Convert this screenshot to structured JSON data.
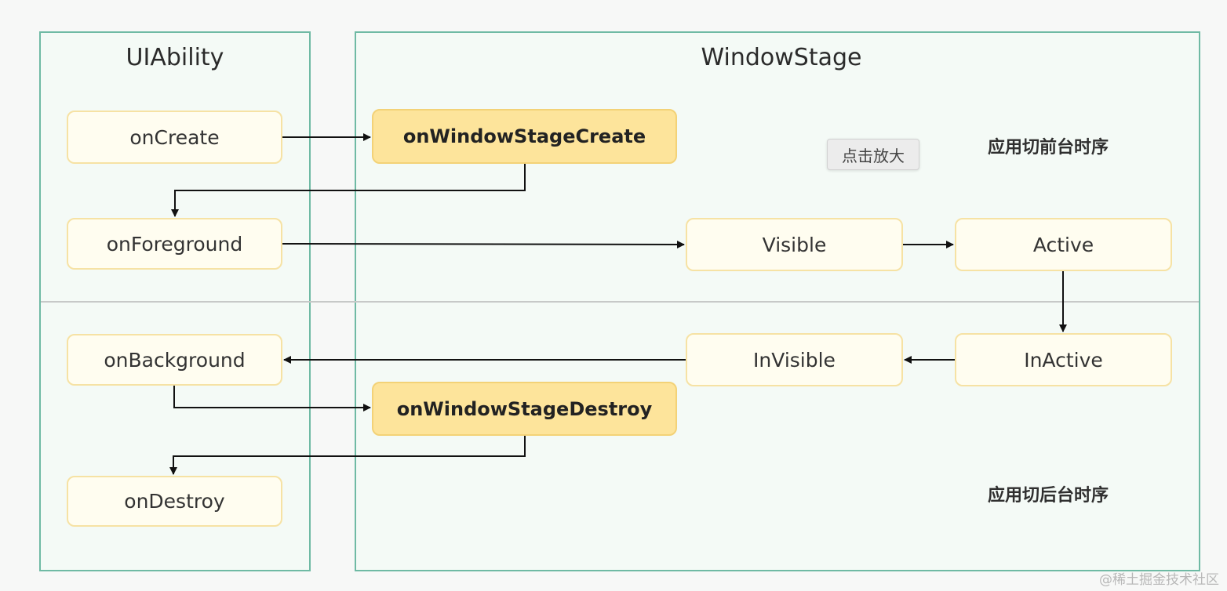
{
  "panels": {
    "uiability": {
      "title": "UIAbility"
    },
    "windowstage": {
      "title": "WindowStage"
    }
  },
  "nodes": {
    "onCreate": "onCreate",
    "onForeground": "onForeground",
    "onBackground": "onBackground",
    "onDestroy": "onDestroy",
    "onWindowStageCreate": "onWindowStageCreate",
    "onWindowStageDestroy": "onWindowStageDestroy",
    "visible": "Visible",
    "active": "Active",
    "inactive": "InActive",
    "invisible": "InVisible"
  },
  "notes": {
    "foreground_sequence": "应用切前台时序",
    "background_sequence": "应用切后台时序"
  },
  "tooltip": "点击放大",
  "watermark": "@稀土掘金技术社区",
  "colors": {
    "panel_border": "#6fbaa4",
    "node_fill": "#fffdf0",
    "node_border": "#f6e2a4",
    "highlight_fill": "#fde49b",
    "arrow": "#111111"
  }
}
